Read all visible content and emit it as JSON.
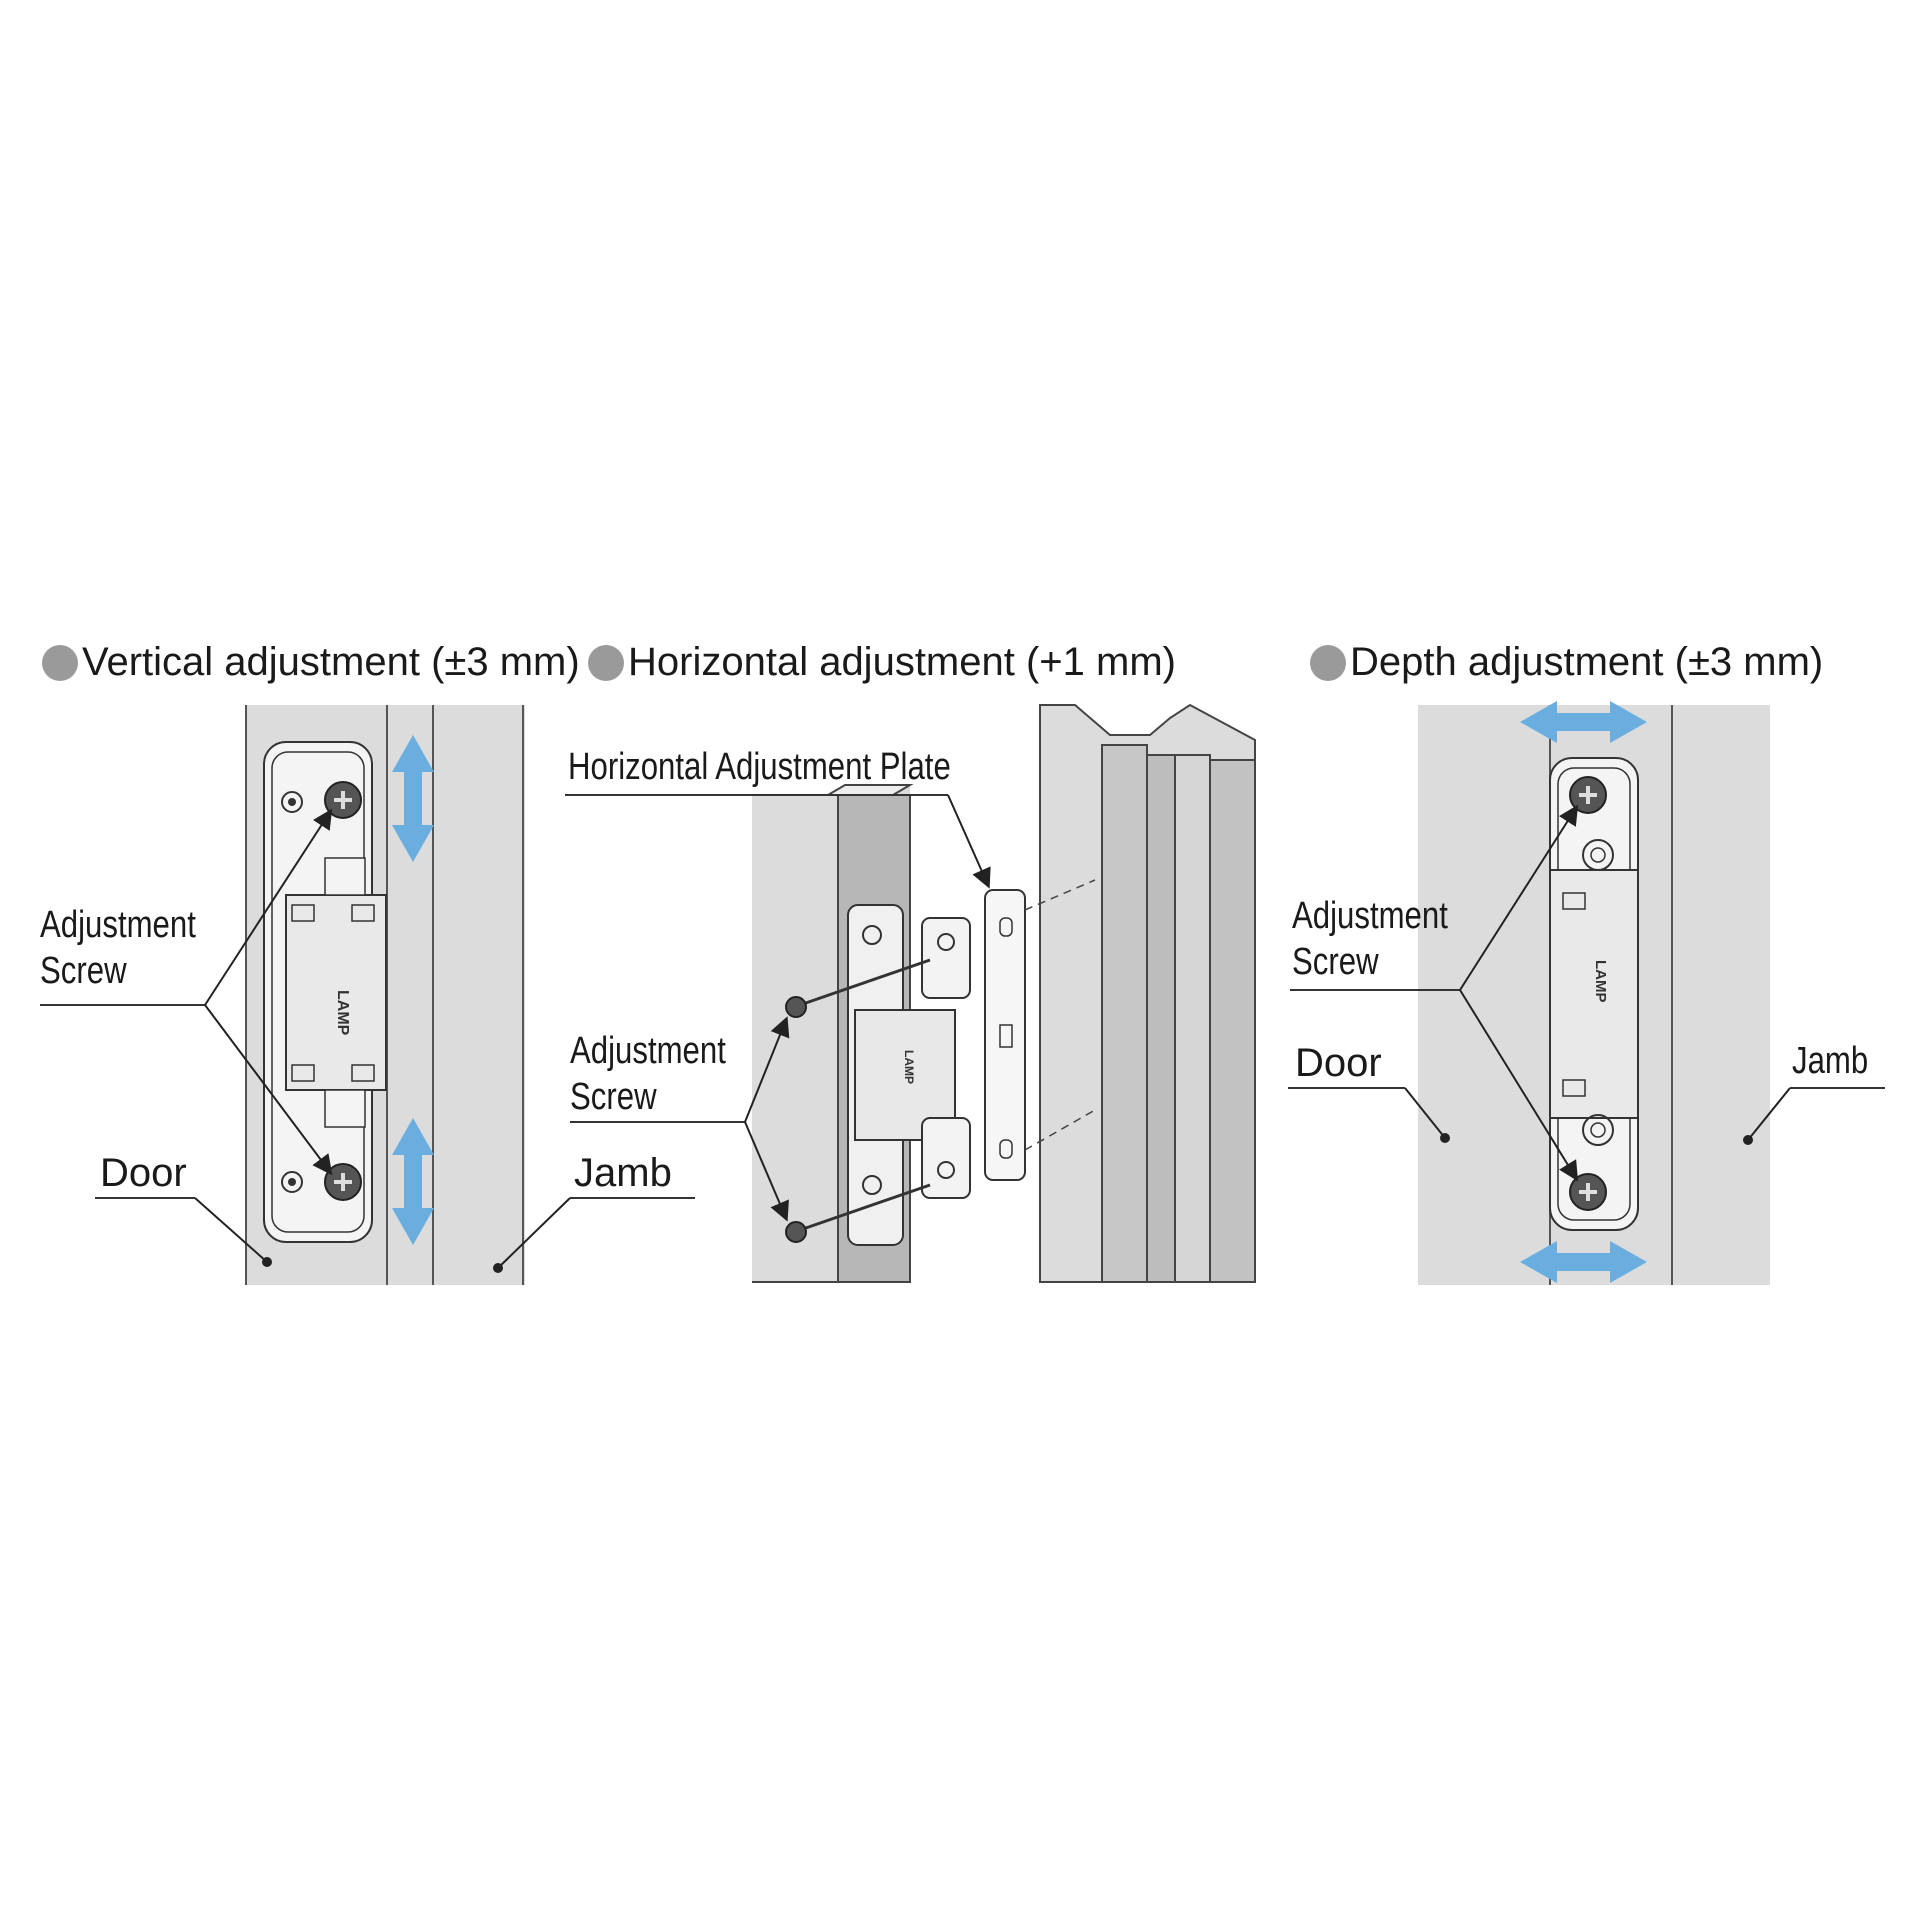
{
  "panels": [
    {
      "heading": "Vertical adjustment (±3 mm)",
      "labels": {
        "screw_line1": "Adjustment",
        "screw_line2": "Screw",
        "door": "Door",
        "jamb": "Jamb"
      }
    },
    {
      "heading": "Horizontal adjustment (+1 mm)",
      "labels": {
        "plate": "Horizontal Adjustment Plate",
        "screw_line1": "Adjustment",
        "screw_line2": "Screw"
      }
    },
    {
      "heading": "Depth adjustment (±3 mm)",
      "labels": {
        "screw_line1": "Adjustment",
        "screw_line2": "Screw",
        "door": "Door",
        "jamb": "Jamb"
      }
    }
  ],
  "brand_mark": "LAMP",
  "colors": {
    "arrow": "#6aaee0",
    "surface": "#dcdcdc",
    "bullet": "#9a9a9a"
  }
}
